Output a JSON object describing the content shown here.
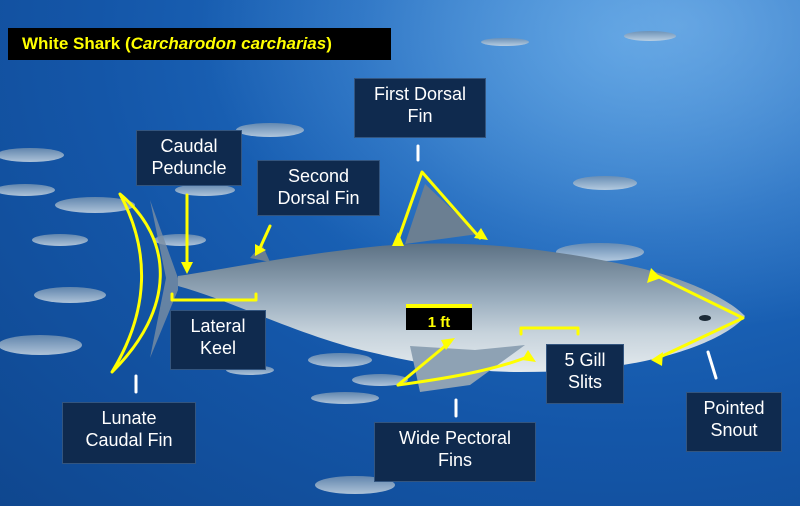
{
  "title": {
    "prefix": "White Shark (",
    "species": "Carcharodon carcharias",
    "suffix": ")"
  },
  "scale_bar": "1 ft",
  "labels": {
    "first_dorsal": [
      "First Dorsal",
      "Fin"
    ],
    "caudal_peduncle": [
      "Caudal",
      "Peduncle"
    ],
    "second_dorsal": [
      "Second",
      "Dorsal Fin"
    ],
    "lateral_keel": [
      "Lateral",
      "Keel"
    ],
    "lunate_caudal": [
      "Lunate",
      "Caudal Fin"
    ],
    "gill_slits": [
      "5 Gill",
      "Slits"
    ],
    "pectoral": [
      "Wide Pectoral",
      "Fins"
    ],
    "snout": [
      "Pointed",
      "Snout"
    ]
  },
  "colors": {
    "annotation": "#ffff00",
    "label_bg": "#0f2a4e",
    "water": "#1456a8"
  }
}
